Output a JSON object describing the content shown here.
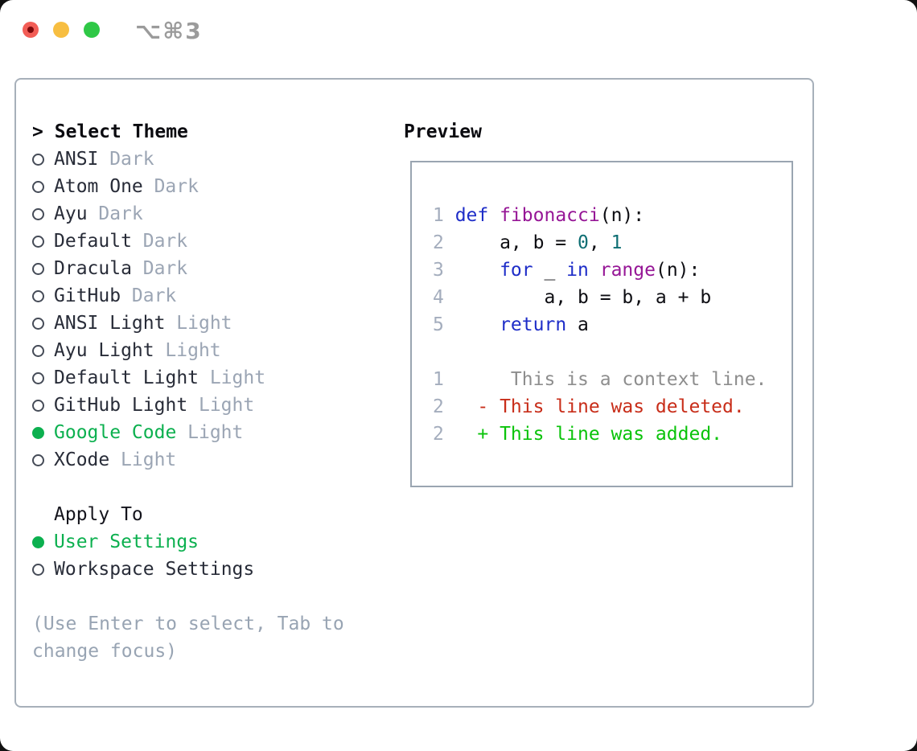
{
  "window": {
    "title": "⌥⌘3"
  },
  "titlebar": {
    "traffic_lights": [
      "close",
      "minimize",
      "zoom"
    ]
  },
  "theme_section": {
    "prompt": ">",
    "header": "Select Theme",
    "items": [
      {
        "name": "ANSI",
        "variant": "Dark",
        "selected": false
      },
      {
        "name": "Atom One",
        "variant": "Dark",
        "selected": false
      },
      {
        "name": "Ayu",
        "variant": "Dark",
        "selected": false
      },
      {
        "name": "Default",
        "variant": "Dark",
        "selected": false
      },
      {
        "name": "Dracula",
        "variant": "Dark",
        "selected": false
      },
      {
        "name": "GitHub",
        "variant": "Dark",
        "selected": false
      },
      {
        "name": "ANSI Light",
        "variant": "Light",
        "selected": false
      },
      {
        "name": "Ayu Light",
        "variant": "Light",
        "selected": false
      },
      {
        "name": "Default Light",
        "variant": "Light",
        "selected": false
      },
      {
        "name": "GitHub Light",
        "variant": "Light",
        "selected": false
      },
      {
        "name": "Google Code",
        "variant": "Light",
        "selected": true
      },
      {
        "name": "XCode",
        "variant": "Light",
        "selected": false
      }
    ]
  },
  "apply_section": {
    "header": "Apply To",
    "items": [
      {
        "label": "User Settings",
        "selected": true
      },
      {
        "label": "Workspace Settings",
        "selected": false
      }
    ]
  },
  "hint": "(Use Enter to select, Tab to change focus)",
  "preview": {
    "header": "Preview",
    "lines": [
      {
        "num": "1",
        "tokens": [
          [
            "kw",
            "def"
          ],
          [
            "pl",
            " "
          ],
          [
            "fn",
            "fibonacci"
          ],
          [
            "pl",
            "(n):"
          ]
        ]
      },
      {
        "num": "2",
        "tokens": [
          [
            "pl",
            "    a, b = "
          ],
          [
            "nm",
            "0"
          ],
          [
            "pl",
            ", "
          ],
          [
            "nm",
            "1"
          ]
        ]
      },
      {
        "num": "3",
        "tokens": [
          [
            "pl",
            "    "
          ],
          [
            "kw",
            "for"
          ],
          [
            "pl",
            " _ "
          ],
          [
            "kw",
            "in"
          ],
          [
            "pl",
            " "
          ],
          [
            "fn",
            "range"
          ],
          [
            "pl",
            "(n):"
          ]
        ]
      },
      {
        "num": "4",
        "tokens": [
          [
            "pl",
            "        a, b = b, a + b"
          ]
        ]
      },
      {
        "num": "5",
        "tokens": [
          [
            "pl",
            "    "
          ],
          [
            "kw",
            "return"
          ],
          [
            "pl",
            " a"
          ]
        ]
      },
      {
        "num": "",
        "tokens": []
      },
      {
        "num": "1",
        "tokens": [
          [
            "ctx",
            "     This is a context line."
          ]
        ]
      },
      {
        "num": "2",
        "tokens": [
          [
            "del",
            "  - This line was deleted."
          ]
        ]
      },
      {
        "num": "2",
        "tokens": [
          [
            "add",
            "  + This line was added."
          ]
        ]
      }
    ]
  },
  "colors": {
    "selection_green": "#0cb04f",
    "muted_gray": "#9ba5b4",
    "text_dark": "#282c38",
    "panel_border": "#a7b0ba",
    "preview_border": "#9aa5b1",
    "line_number": "#a4adbd",
    "syntax_keyword": "#1e2dc8",
    "syntax_function": "#961696",
    "syntax_number": "#0e6e73",
    "diff_context": "#8e8e8e",
    "diff_deleted": "#c82d19",
    "diff_added": "#0ac30a",
    "traffic_red": "#f25d56",
    "traffic_yellow": "#f7be41",
    "traffic_green": "#2fc846"
  }
}
